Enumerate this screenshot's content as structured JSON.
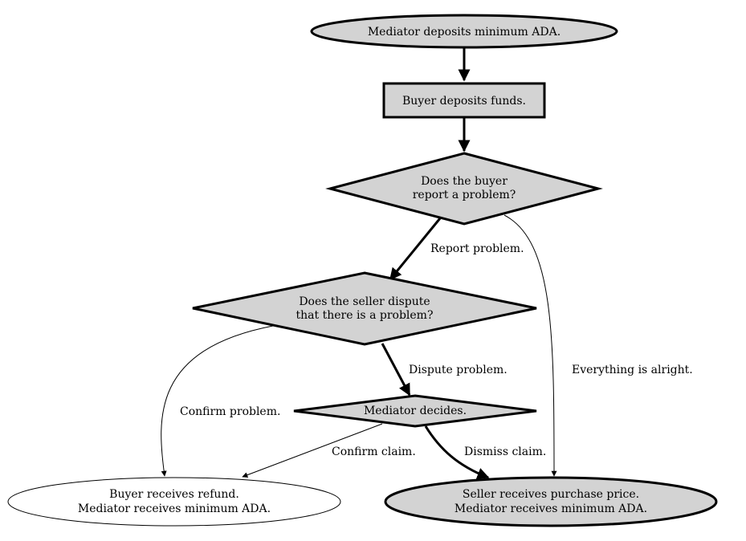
{
  "diagram": {
    "nodes": {
      "start": {
        "lines": [
          "Mediator deposits minimum ADA."
        ],
        "shape": "ellipse",
        "fill": "#d3d3d3"
      },
      "deposit": {
        "lines": [
          "Buyer deposits funds."
        ],
        "shape": "box",
        "fill": "#d3d3d3"
      },
      "buyer_problem": {
        "lines": [
          "Does the buyer",
          "report a problem?"
        ],
        "shape": "diamond",
        "fill": "#d3d3d3"
      },
      "seller_dispute": {
        "lines": [
          "Does the seller dispute",
          "that there is a problem?"
        ],
        "shape": "diamond",
        "fill": "#d3d3d3"
      },
      "mediator": {
        "lines": [
          "Mediator decides."
        ],
        "shape": "diamond",
        "fill": "#d3d3d3"
      },
      "refund": {
        "lines": [
          "Buyer receives refund.",
          "Mediator receives minimum ADA."
        ],
        "shape": "ellipse",
        "fill": "#ffffff"
      },
      "payout": {
        "lines": [
          "Seller receives purchase price.",
          "Mediator receives minimum ADA."
        ],
        "shape": "ellipse",
        "fill": "#d3d3d3"
      }
    },
    "edges": {
      "report_problem": "Report problem.",
      "everything_alright": "Everything is alright.",
      "dispute_problem": "Dispute problem.",
      "confirm_problem": "Confirm problem.",
      "confirm_claim": "Confirm claim.",
      "dismiss_claim": "Dismiss claim."
    }
  }
}
